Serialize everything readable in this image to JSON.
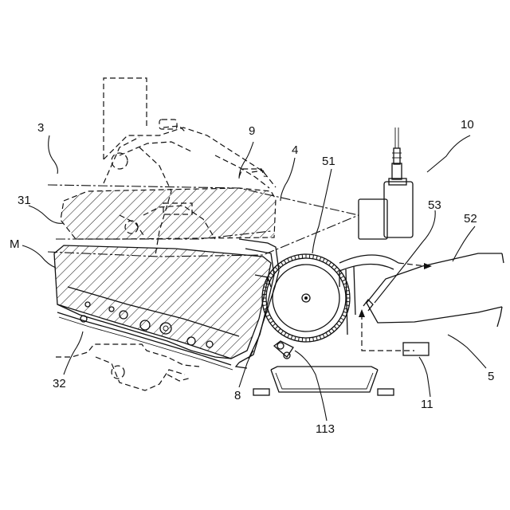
{
  "labels": {
    "l3": "3",
    "l9": "9",
    "l4": "4",
    "l51": "51",
    "l10": "10",
    "l31": "31",
    "l53": "53",
    "l52": "52",
    "lM": "M",
    "l32": "32",
    "l8": "8",
    "l113": "113",
    "l11": "11",
    "l5": "5"
  }
}
